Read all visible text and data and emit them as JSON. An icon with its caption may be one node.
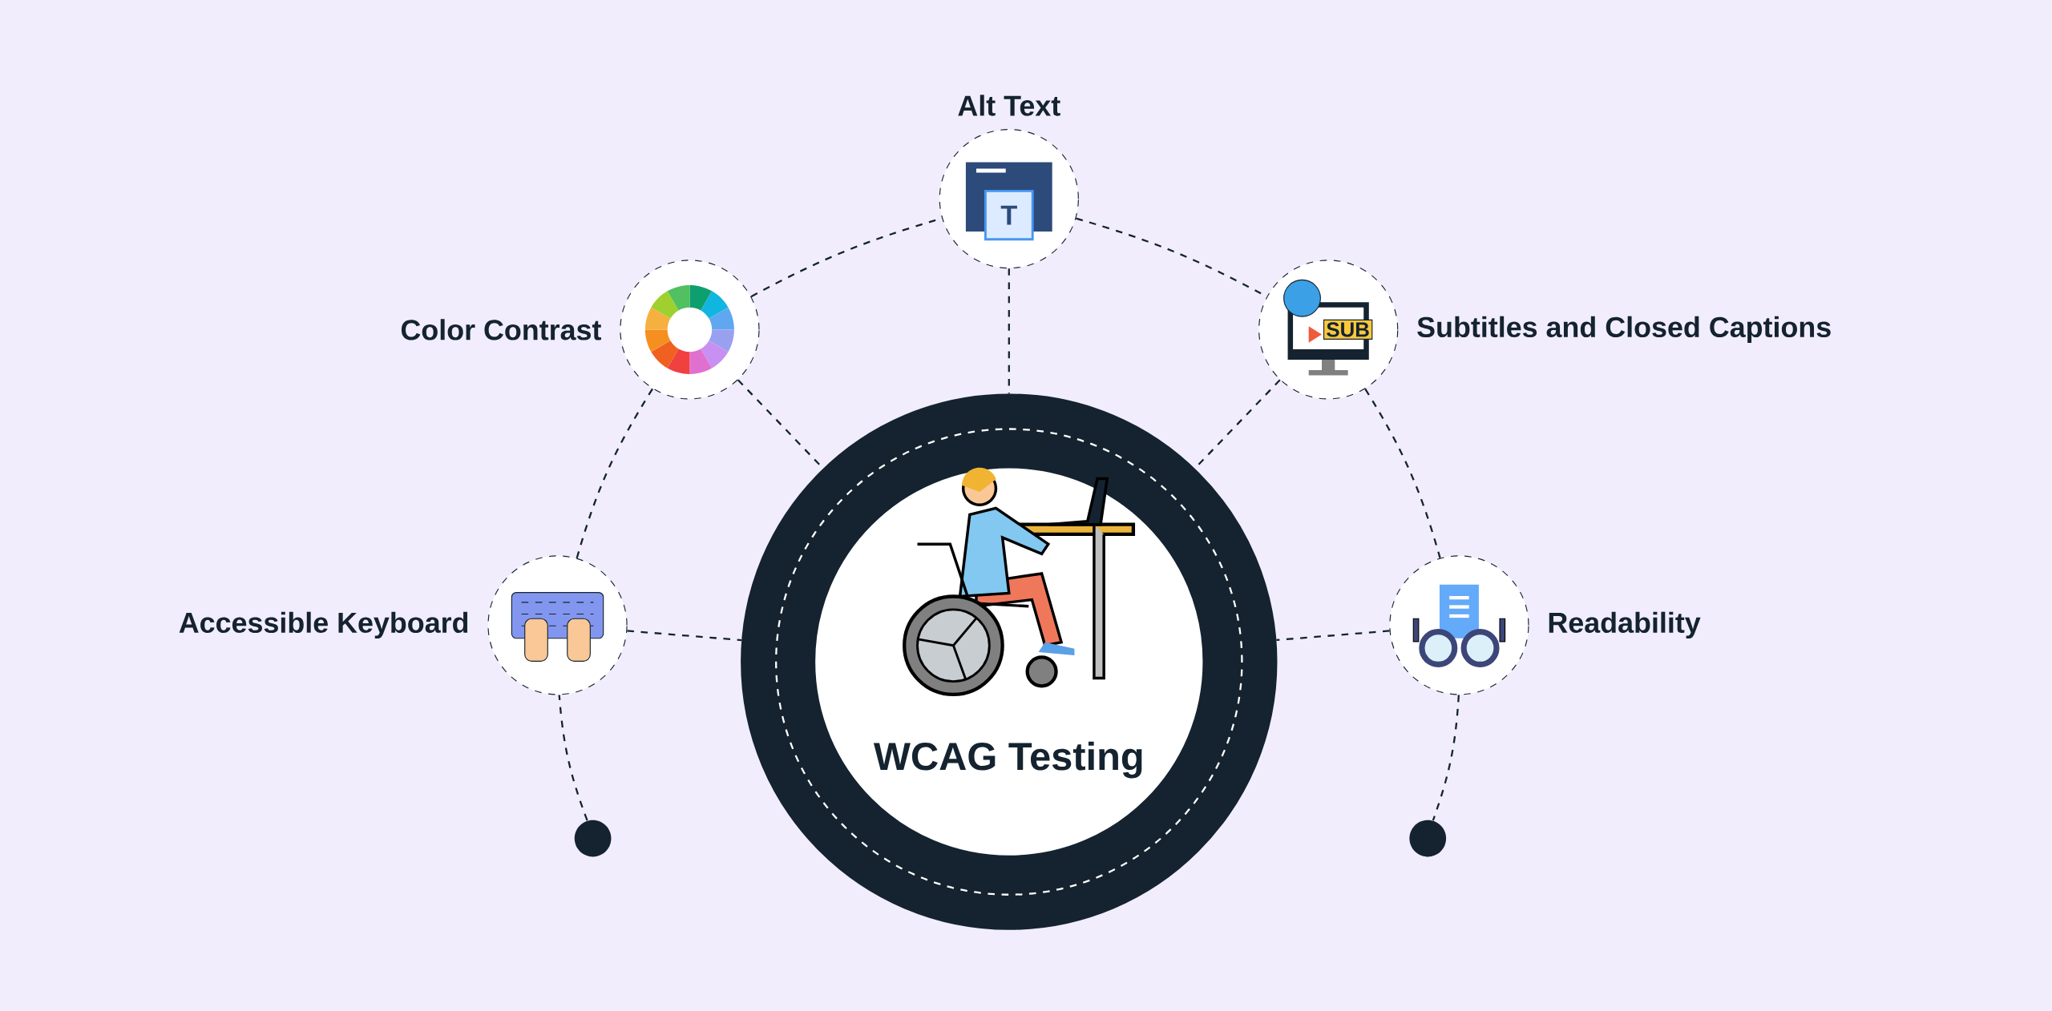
{
  "diagram": {
    "nodes": [
      {
        "text": [
          "Alt Text"
        ]
      },
      {
        "text": [
          "Color Contrast"
        ]
      },
      {
        "text": [
          "Subtitles and Closed Captions"
        ]
      },
      {
        "text": [
          "Accessible Keyboard"
        ]
      },
      {
        "text": [
          "WCAG Testing"
        ]
      },
      {
        "text": [
          "Readability"
        ]
      },
      {
        "text": [],
        "shape": "circle"
      },
      {
        "text": [],
        "shape": "circle"
      }
    ],
    "edges": [
      {
        "from": 6,
        "to": 3,
        "arrow": "none",
        "style": "dashed"
      },
      {
        "from": 3,
        "to": 1,
        "arrow": "none",
        "style": "dashed"
      },
      {
        "from": 1,
        "to": 0,
        "arrow": "none",
        "style": "dashed"
      },
      {
        "from": 0,
        "to": 2,
        "arrow": "none",
        "style": "dashed"
      },
      {
        "from": 2,
        "to": 5,
        "arrow": "none",
        "style": "dashed"
      },
      {
        "from": 5,
        "to": 7,
        "arrow": "none",
        "style": "dashed"
      },
      {
        "from": 3,
        "to": 4,
        "arrow": "none",
        "style": "dashed"
      },
      {
        "from": 1,
        "to": 4,
        "arrow": "none",
        "style": "dashed"
      },
      {
        "from": 0,
        "to": 4,
        "arrow": "none",
        "style": "dashed"
      },
      {
        "from": 2,
        "to": 4,
        "arrow": "none",
        "style": "dashed"
      },
      {
        "from": 5,
        "to": 4,
        "arrow": "none",
        "style": "dashed"
      }
    ],
    "labels": [
      "T",
      "SUB"
    ]
  }
}
